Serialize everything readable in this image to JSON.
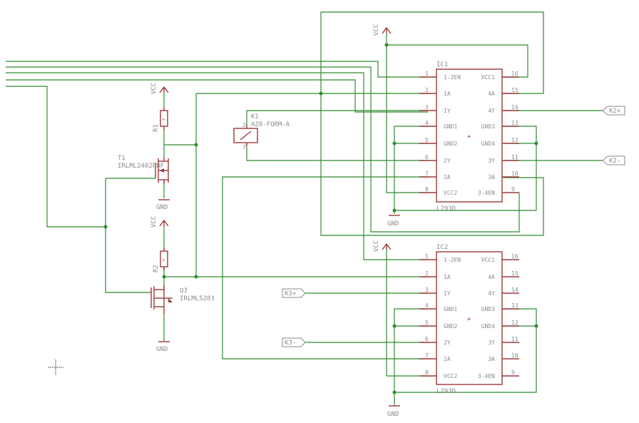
{
  "ic1": {
    "name": "IC1",
    "part": "L293D",
    "left_pins": [
      {
        "num": "1",
        "name": "1-2EN"
      },
      {
        "num": "2",
        "name": "1A"
      },
      {
        "num": "3",
        "name": "1Y"
      },
      {
        "num": "4",
        "name": "GND1"
      },
      {
        "num": "5",
        "name": "GND2"
      },
      {
        "num": "6",
        "name": "2Y"
      },
      {
        "num": "7",
        "name": "2A"
      },
      {
        "num": "8",
        "name": "VCC2"
      }
    ],
    "right_pins": [
      {
        "num": "16",
        "name": "VCC1"
      },
      {
        "num": "15",
        "name": "4A"
      },
      {
        "num": "14",
        "name": "4Y"
      },
      {
        "num": "13",
        "name": "GND3"
      },
      {
        "num": "12",
        "name": "GND4"
      },
      {
        "num": "11",
        "name": "3Y"
      },
      {
        "num": "10",
        "name": "3A"
      },
      {
        "num": "9",
        "name": "3-4EN"
      }
    ]
  },
  "ic2": {
    "name": "IC2",
    "part": "L293D",
    "left_pins": [
      {
        "num": "1",
        "name": "1-2EN"
      },
      {
        "num": "2",
        "name": "1A"
      },
      {
        "num": "3",
        "name": "1Y"
      },
      {
        "num": "4",
        "name": "GND1"
      },
      {
        "num": "5",
        "name": "GND2"
      },
      {
        "num": "6",
        "name": "2Y"
      },
      {
        "num": "7",
        "name": "2A"
      },
      {
        "num": "8",
        "name": "VCC2"
      }
    ],
    "right_pins": [
      {
        "num": "16",
        "name": "VCC1"
      },
      {
        "num": "15",
        "name": "4A"
      },
      {
        "num": "14",
        "name": "4Y"
      },
      {
        "num": "13",
        "name": "GND3"
      },
      {
        "num": "12",
        "name": "GND4"
      },
      {
        "num": "11",
        "name": "3Y"
      },
      {
        "num": "10",
        "name": "3A"
      },
      {
        "num": "9",
        "name": "3-4EN"
      }
    ]
  },
  "relay": {
    "name": "K1",
    "part": "AZ8-FORM-A",
    "pin_top": "2",
    "pin_bottom": "7"
  },
  "resistors": [
    {
      "name": "R1"
    },
    {
      "name": "R2"
    }
  ],
  "transistors": [
    {
      "name": "T1",
      "part": "IRLML2402PBF"
    },
    {
      "name": "Q3",
      "part": "IRLML5203"
    }
  ],
  "supplies": {
    "vcc": "VCC",
    "gnd": "GND"
  },
  "connectors": {
    "k2p": "K2+",
    "k2m": "K2-",
    "k3p": "K3+",
    "k3m": "K3-"
  },
  "colors": {
    "wire": "#2e8b2e",
    "part": "#9b3a3a",
    "text": "#8a8a8a"
  }
}
